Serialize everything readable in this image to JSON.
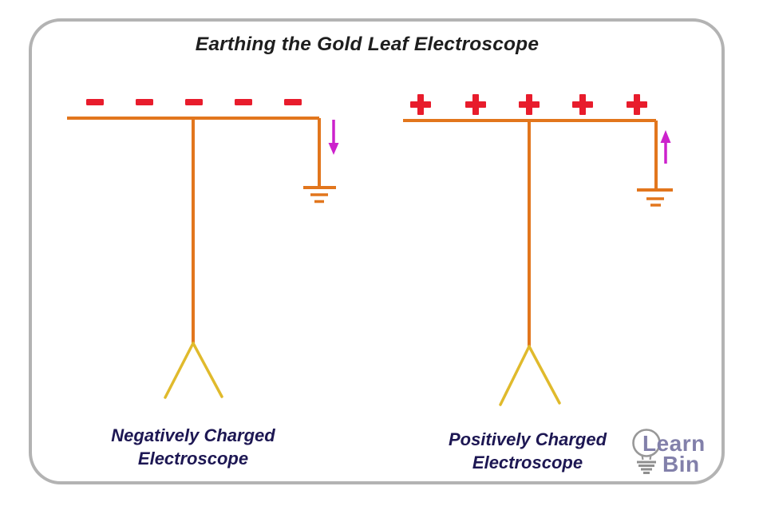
{
  "title": "Earthing the Gold Leaf Electroscope",
  "diagrams": {
    "left": {
      "charge_polarity": "negative",
      "charge_symbol": "−",
      "charge_count": 5,
      "arrow_direction": "down",
      "label_line1": "Negatively Charged",
      "label_line2": "Electroscope"
    },
    "right": {
      "charge_polarity": "positive",
      "charge_symbol": "+",
      "charge_count": 5,
      "arrow_direction": "up",
      "label_line1": "Positively Charged",
      "label_line2": "Electroscope"
    }
  },
  "logo": {
    "word1": "Learn",
    "word2": "Bin"
  },
  "colors": {
    "charge_red": "#e81c2c",
    "wire_orange": "#e2761d",
    "leaf_gold": "#e0ba2c",
    "arrow_magenta": "#cc22cc",
    "label_navy": "#1d1753",
    "title_dark": "#1e1e1e",
    "frame_gray": "#b3b3b3",
    "logo_purple": "#8280aa",
    "logo_bulb_gray": "#989898"
  }
}
